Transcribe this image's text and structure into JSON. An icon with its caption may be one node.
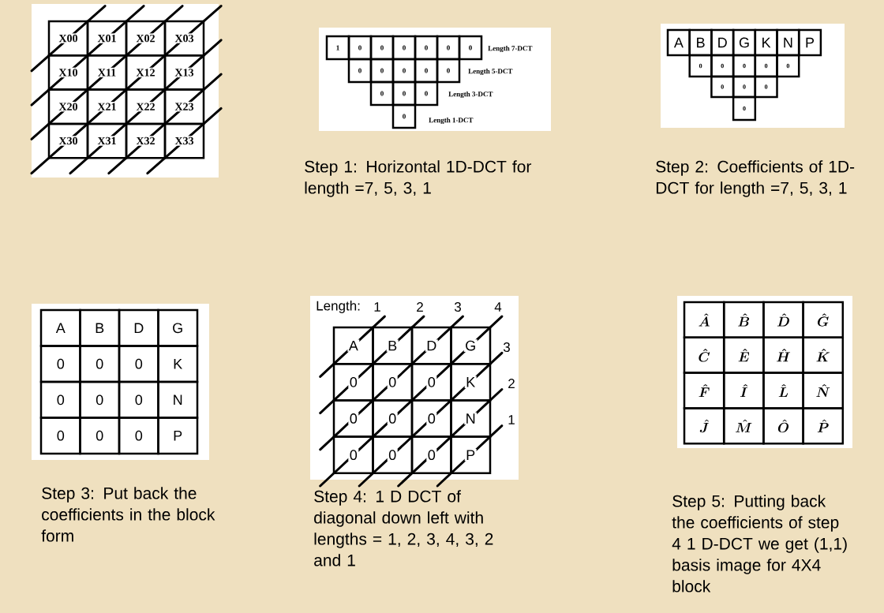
{
  "diagram": {
    "labels": [
      "X00",
      "X01",
      "X02",
      "X03",
      "X10",
      "X11",
      "X12",
      "X13",
      "X20",
      "X21",
      "X22",
      "X23",
      "X30",
      "X31",
      "X32",
      "X33",
      "1",
      "0",
      "0",
      "0",
      "0",
      "0",
      "0",
      "0",
      "0",
      "0",
      "0",
      "0",
      "0",
      "0",
      "0",
      "0",
      "Length 7-DCT",
      "Length 5-DCT",
      "Length 3-DCT",
      "Length 1-DCT",
      "A",
      "B",
      "D",
      "G",
      "K",
      "N",
      "P",
      "0",
      "0",
      "0",
      "0",
      "0",
      "0",
      "0",
      "0",
      "0",
      "Step 1: Horizontal 1D-DCT for length =7, 5, 3, 1",
      "Step 2: Coefficients of 1D-DCT for length =7, 5, 3, 1",
      "A",
      "B",
      "D",
      "G",
      "0",
      "0",
      "0",
      "K",
      "0",
      "0",
      "0",
      "N",
      "0",
      "0",
      "0",
      "P",
      "Length:",
      "1",
      "2",
      "3",
      "4",
      "3",
      "2",
      "1",
      "A",
      "B",
      "D",
      "G",
      "0",
      "0",
      "0",
      "K",
      "0",
      "0",
      "0",
      "N",
      "0",
      "0",
      "0",
      "P",
      "\\hat{A}",
      "\\hat{B}",
      "\\hat{D}",
      "\\hat{G}",
      "\\hat{C}",
      "\\hat{E}",
      "\\hat{H}",
      "\\hat{K}",
      "\\hat{F}",
      "\\hat{I}",
      "\\hat{L}",
      "\\hat{N}",
      "\\hat{J}",
      "\\hat{M}",
      "\\hat{O}",
      "\\hat{P}",
      "Step 3: Put back the coefficients in the block form",
      "Step 4: 1 D DCT of diagonal down left with lengths = 1, 2, 3, 4, 3, 2 and 1",
      "Step 5: Putting back the coefficients of step 4 1 D-DCT we get (1,1) basis image for 4X4 block"
    ]
  }
}
